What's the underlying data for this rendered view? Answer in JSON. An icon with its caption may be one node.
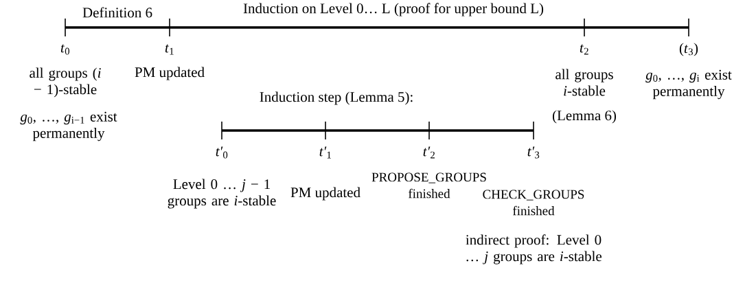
{
  "diagram": {
    "labels": [
      "Definition 6",
      "Induction on Level 0… L (proof for upper bound L)",
      "*t*$_{0}$",
      "*t*$_{1}$",
      "*t*$_{2}$",
      "(*t*$_{3}$)",
      "all groups (*i* − 1)-stable",
      "PM updated",
      "all groups *i*-stable",
      "*g*$_{0}$, …, *g*$_{i}$ exist permanently",
      "Induction step (Lemma 5):",
      "*g*$_{0}$, …, *g*$_{i−1}$ exist permanently",
      "(Lemma 6)",
      "*t′*$_{0}$",
      "*t′*$_{1}$",
      "*t′*$_{2}$",
      "*t′*$_{3}$",
      "Level 0 … *j* − 1 groups are *i*-stable",
      "PM updated",
      "PROPOSE_GROUPS finished",
      "CHECK_GROUPS finished",
      "indirect proof: Level 0 … *j* groups are *i*-stable"
    ]
  }
}
